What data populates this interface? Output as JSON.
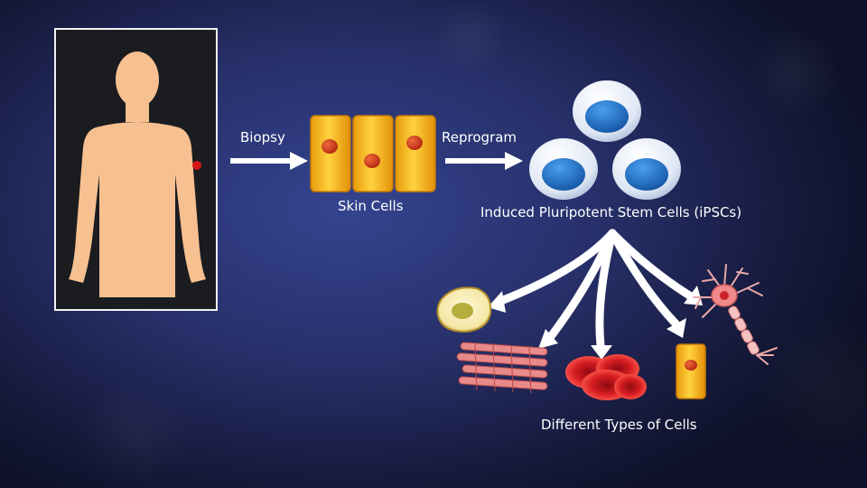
{
  "labels": {
    "biopsy": "Biopsy",
    "skin_cells": "Skin Cells",
    "reprogram": "Reprogram",
    "ipsc": "Induced Pluripotent Stem Cells (iPSCs)",
    "different_types": "Different Types of Cells"
  },
  "icons": {
    "human": "human-silhouette-icon",
    "biopsy_site": "biopsy-site-dot",
    "skin_cell": "skin-cell-icon",
    "stem_cell": "stem-cell-icon",
    "fat_cell": "fat-cell-icon",
    "muscle_fiber": "muscle-fiber-icon",
    "red_blood_cells": "red-blood-cells-icon",
    "neuron": "neuron-icon"
  },
  "colors": {
    "skin_tone": "#f6c090",
    "skin_cell_fill": "#f2b519",
    "nucleus": "#d63b1c",
    "stem_cell_fill": "#dfe7f4",
    "stem_nucleus": "#1e6fc4",
    "arrow": "#ffffff",
    "blood": "#c8121b",
    "muscle": "#e58585"
  }
}
